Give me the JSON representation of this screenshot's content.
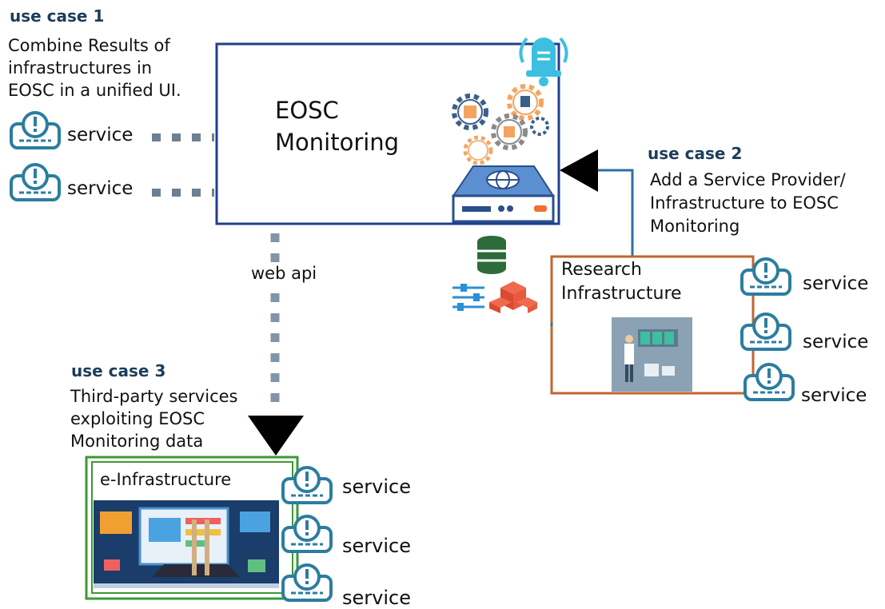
{
  "use_case_1": {
    "title": "use case 1",
    "lines": [
      "Combine Results  of",
      "infrastructures in",
      "EOSC in a unified UI."
    ]
  },
  "use_case_2": {
    "title": "use case 2",
    "lines": [
      "Add a Service Provider/",
      "Infrastructure to EOSC",
      "Monitoring"
    ]
  },
  "use_case_3": {
    "title": "use case 3",
    "lines": [
      "Third-party services",
      "exploiting EOSC",
      "Monitoring data"
    ]
  },
  "monitoring_box": {
    "title_line1": "EOSC",
    "title_line2": "Monitoring"
  },
  "web_api_label": "web api",
  "research_infrastructure": {
    "line1": "Research",
    "line2": "Infrastructure"
  },
  "e_infrastructure": {
    "title": "e-Infrastructure"
  },
  "service_label": "service",
  "colors": {
    "monitoring_border": "#1f3f8f",
    "research_border": "#c0652e",
    "einfra_border": "#3a9a35",
    "icon_blue": "#2c7da0",
    "connector_gray": "#6d7f92",
    "link_blue": "#2a6fa8",
    "use_case_title": "#1c3d5a"
  }
}
